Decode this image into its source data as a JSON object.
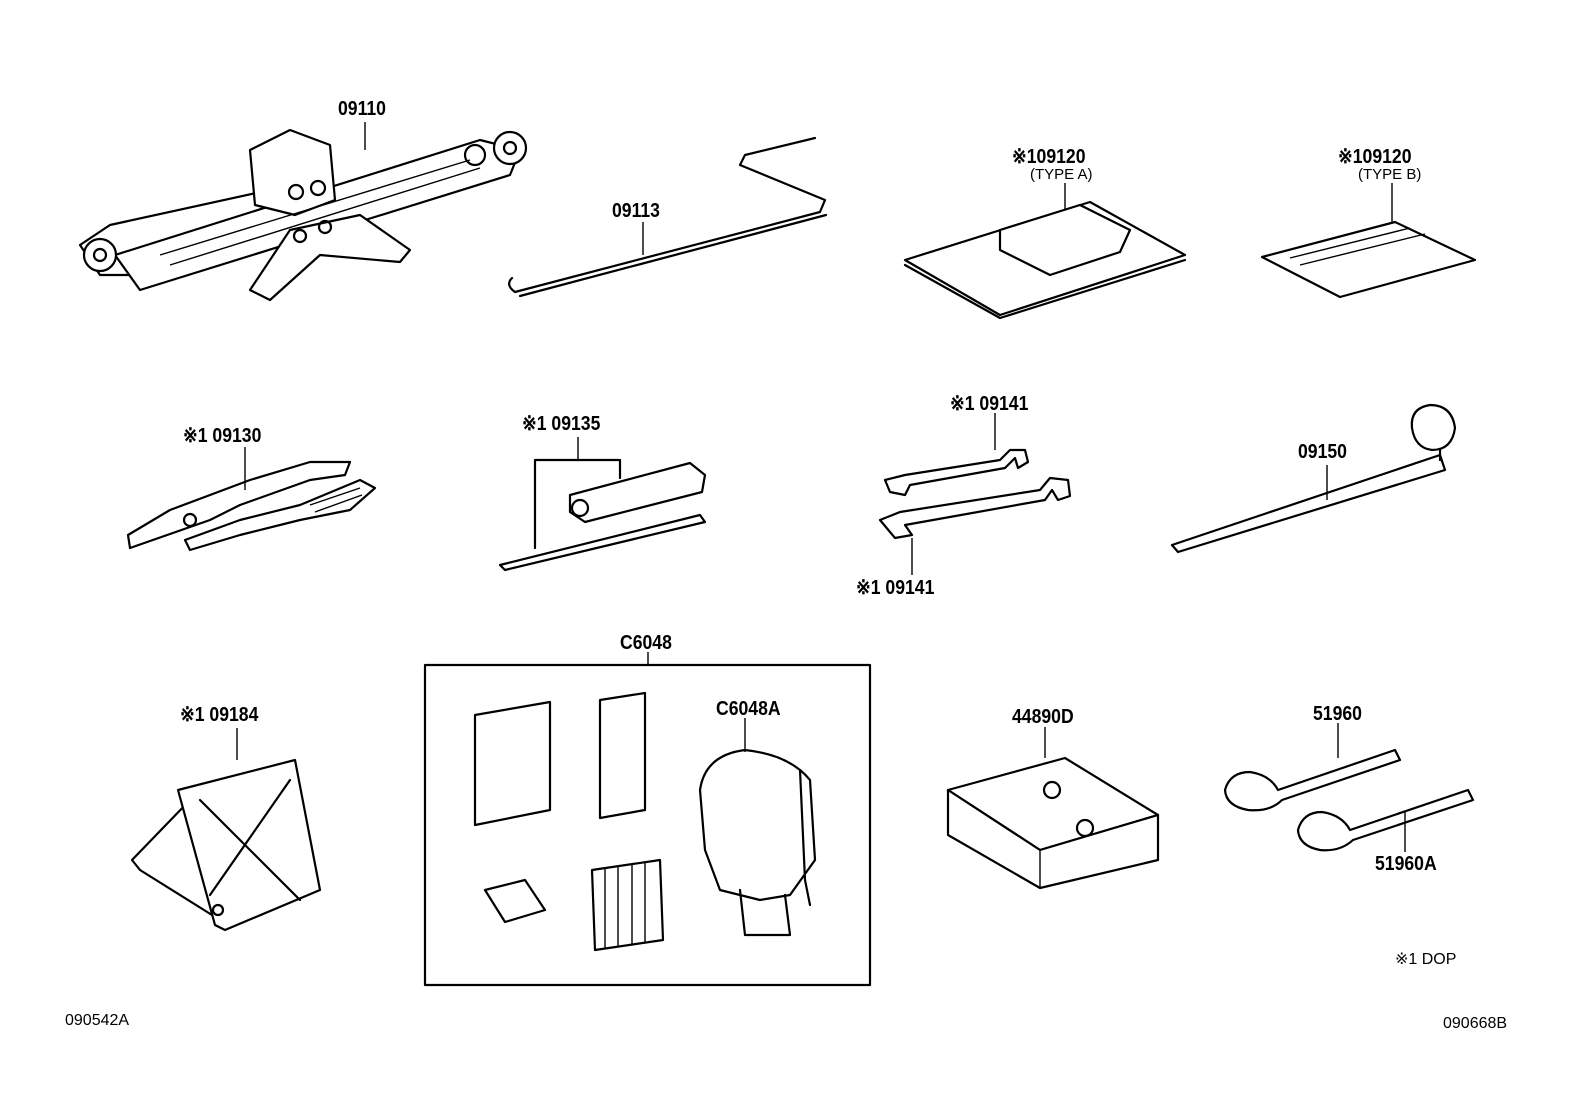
{
  "parts": {
    "jack": "09110",
    "handle": "09113",
    "bag_a": "※109120",
    "bag_a_type": "(TYPE A)",
    "bag_b": "※109120",
    "bag_b_type": "(TYPE B)",
    "pliers": "※1 09130",
    "screwdriver": "※1 09135",
    "wrench_top": "※1 09141",
    "wrench_bottom": "※1 09141",
    "wheel_wrench": "09150",
    "triangle": "※1 09184",
    "repair_kit": "C6048",
    "compressor": "C6048A",
    "case": "44890D",
    "tow_hook": "51960",
    "tow_hook_alt": "51960A"
  },
  "note": "※1 DOP",
  "codes": {
    "left": "090542A",
    "right": "090668B"
  }
}
